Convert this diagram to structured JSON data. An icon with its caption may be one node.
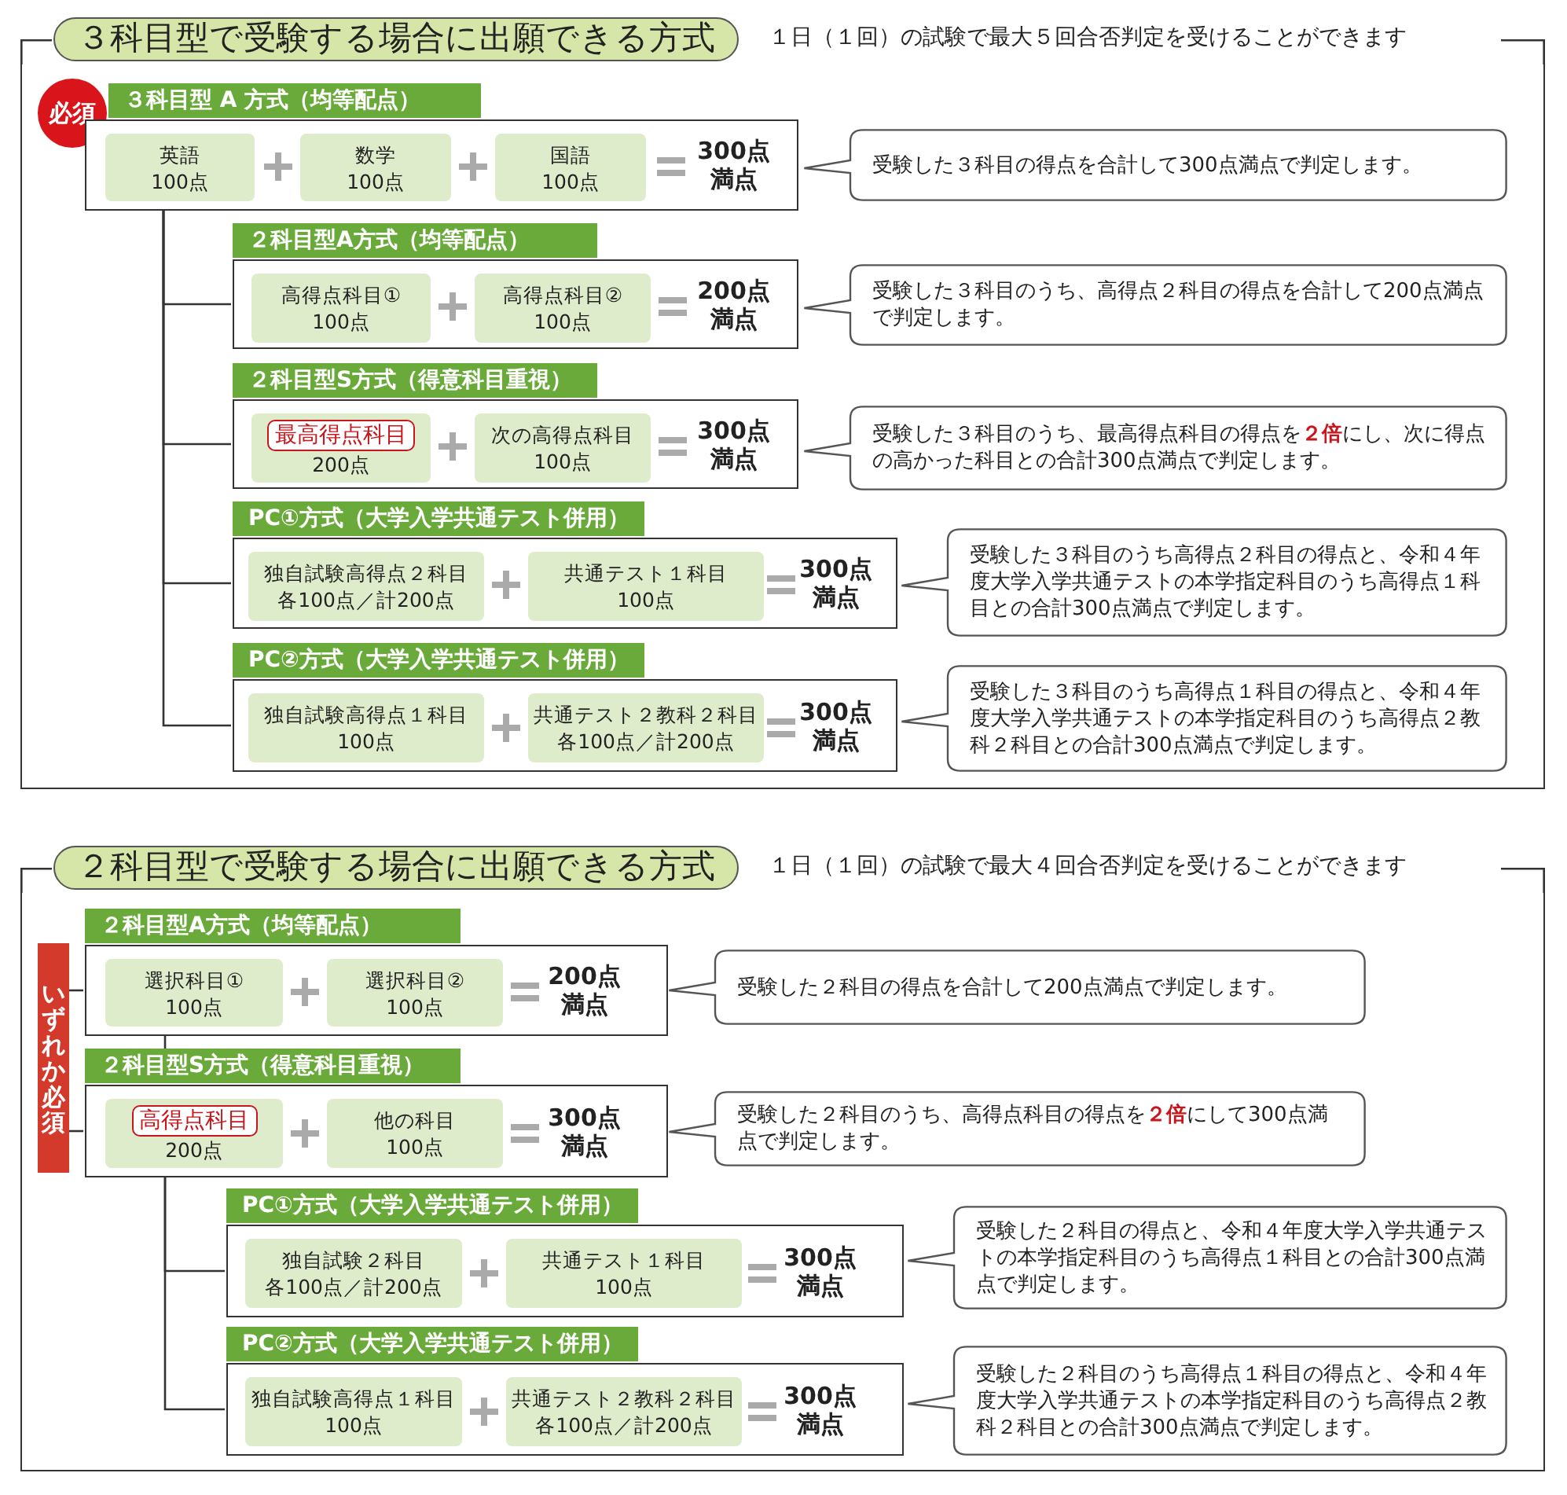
{
  "diagram": {
    "nodes": [
      {
        "text": [
          "３科目型で受験する場合に出願できる方式",
          "１日（１回）の試験で最大５回合否判定を受けることができます"
        ]
      },
      {
        "text": [
          "必須"
        ],
        "in": 0
      },
      {
        "text": [
          "３科目型 A 方式（均等配点）",
          "300点満点"
        ],
        "in": 0
      },
      {
        "text": [
          "英語",
          "100点"
        ],
        "in": 2
      },
      {
        "text": [
          "数学",
          "100点"
        ],
        "in": 2
      },
      {
        "text": [
          "国語",
          "100点"
        ],
        "in": 2
      },
      {
        "text": [
          "受験した３科目の得点を合計して300点満点で判定します。"
        ],
        "in": 0
      },
      {
        "text": [
          "２科目型A方式（均等配点）",
          "200点満点"
        ],
        "in": 0
      },
      {
        "text": [
          "高得点科目①",
          "100点"
        ],
        "in": 7
      },
      {
        "text": [
          "高得点科目②",
          "100点"
        ],
        "in": 7
      },
      {
        "text": [
          "受験した３科目のうち、高得点２科目の得点を合計して200点満点で判定します。"
        ],
        "in": 0
      },
      {
        "text": [
          "２科目型S方式（得意科目重視）",
          "300点満点"
        ],
        "in": 0
      },
      {
        "text": [
          "最高得点科目",
          "200点"
        ],
        "in": 11
      },
      {
        "text": [
          "次の高得点科目",
          "100点"
        ],
        "in": 11
      },
      {
        "text": [
          "受験した３科目のうち、最高得点科目の得点を**２倍**にし、次に得点の高かった科目との合計300点満点で判定します。"
        ],
        "in": 0
      },
      {
        "text": [
          "PC①方式（大学入学共通テスト併用）",
          "300点満点"
        ],
        "in": 0
      },
      {
        "text": [
          "独自試験高得点２科目",
          "各100点／計200点"
        ],
        "in": 15
      },
      {
        "text": [
          "共通テスト１科目",
          "100点"
        ],
        "in": 15
      },
      {
        "text": [
          "受験した３科目のうち高得点２科目の得点と、令和４年度大学入学共通テストの本学指定科目のうち高得点１科目との合計300点満点で判定します。"
        ],
        "in": 0
      },
      {
        "text": [
          "PC②方式（大学入学共通テスト併用）",
          "300点満点"
        ],
        "in": 0
      },
      {
        "text": [
          "独自試験高得点１科目",
          "100点"
        ],
        "in": 19
      },
      {
        "text": [
          "共通テスト２教科２科目",
          "各100点／計200点"
        ],
        "in": 19
      },
      {
        "text": [
          "受験した３科目のうち高得点１科目の得点と、令和４年度大学入学共通テストの本学指定科目のうち高得点２教科２科目との合計300点満点で判定します。"
        ],
        "in": 0
      },
      {
        "text": [
          "２科目型で受験する場合に出願できる方式",
          "１日（１回）の試験で最大４回合否判定を受けることができます"
        ]
      },
      {
        "text": [
          "いずれか必須"
        ],
        "in": 23
      },
      {
        "text": [
          "２科目型A方式（均等配点）",
          "200点満点"
        ],
        "in": 23
      },
      {
        "text": [
          "選択科目①",
          "100点"
        ],
        "in": 25
      },
      {
        "text": [
          "選択科目②",
          "100点"
        ],
        "in": 25
      },
      {
        "text": [
          "受験した２科目の得点を合計して200点満点で判定します。"
        ],
        "in": 23
      },
      {
        "text": [
          "２科目型S方式（得意科目重視）",
          "300点満点"
        ],
        "in": 23
      },
      {
        "text": [
          "高得点科目",
          "200点"
        ],
        "in": 29
      },
      {
        "text": [
          "他の科目",
          "100点"
        ],
        "in": 29
      },
      {
        "text": [
          "受験した２科目のうち、高得点科目の得点を**２倍**にして300点満点で判定します。"
        ],
        "in": 23
      },
      {
        "text": [
          "PC①方式（大学入学共通テスト併用）",
          "300点満点"
        ],
        "in": 23
      },
      {
        "text": [
          "独自試験２科目",
          "各100点／計200点"
        ],
        "in": 33
      },
      {
        "text": [
          "共通テスト１科目",
          "100点"
        ],
        "in": 33
      },
      {
        "text": [
          "受験した２科目の得点と、令和４年度大学入学共通テストの本学指定科目のうち高得点１科目との合計300点満点で判定します。"
        ],
        "in": 23
      },
      {
        "text": [
          "PC②方式（大学入学共通テスト併用）",
          "300点満点"
        ],
        "in": 23
      },
      {
        "text": [
          "独自試験高得点１科目",
          "100点"
        ],
        "in": 37
      },
      {
        "text": [
          "共通テスト２教科２科目",
          "各100点／計200点"
        ],
        "in": 37
      },
      {
        "text": [
          "受験した２科目のうち高得点１科目の得点と、令和４年度大学入学共通テストの本学指定科目のうち高得点２教科２科目との合計300点満点で判定します。"
        ],
        "in": 23
      }
    ],
    "edges": [
      {
        "from": 2,
        "to": 7,
        "arrow": "none"
      },
      {
        "from": 2,
        "to": 11,
        "arrow": "none"
      },
      {
        "from": 2,
        "to": 15,
        "arrow": "none"
      },
      {
        "from": 2,
        "to": 19,
        "arrow": "none"
      },
      {
        "from": 24,
        "to": 25,
        "arrow": "none"
      },
      {
        "from": 24,
        "to": 29,
        "arrow": "none"
      },
      {
        "from": 25,
        "to": 29,
        "arrow": "none"
      },
      {
        "from": 29,
        "to": 33,
        "arrow": "none"
      },
      {
        "from": 29,
        "to": 37,
        "arrow": "none"
      }
    ]
  }
}
